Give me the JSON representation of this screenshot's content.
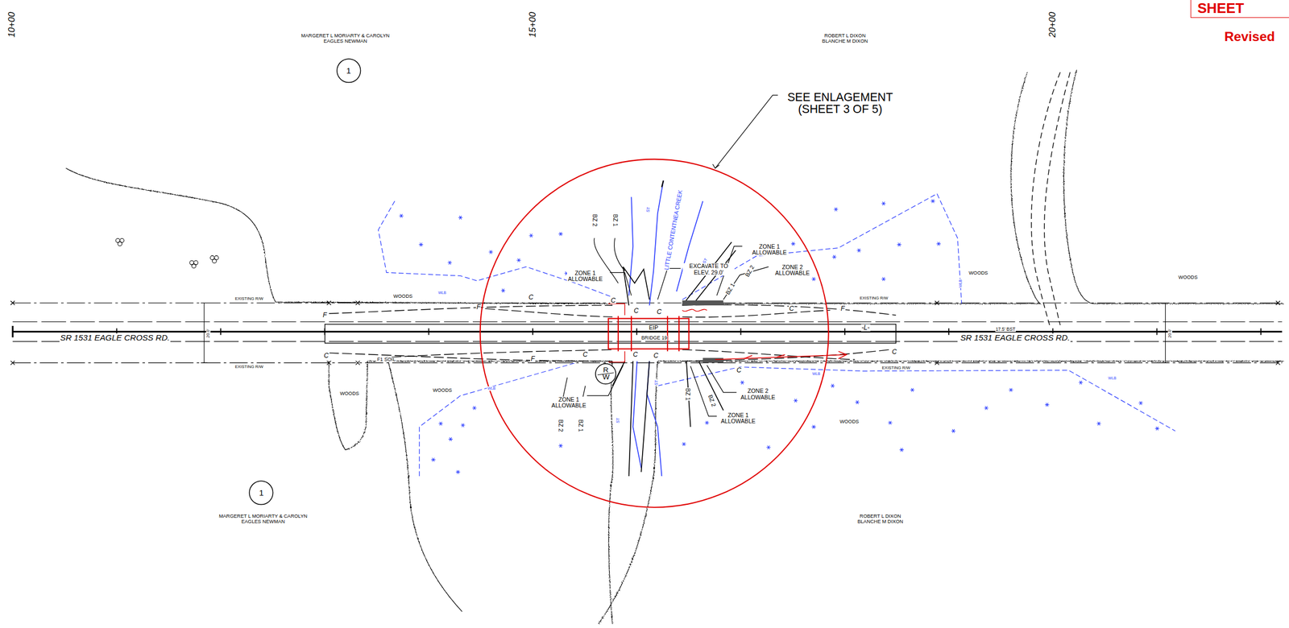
{
  "diagram": {
    "nodes": [
      {
        "text": [
          "SHEET"
        ]
      },
      {
        "text": [
          "1"
        ]
      },
      {
        "text": [
          "R W"
        ]
      },
      {
        "text": [
          "1"
        ]
      }
    ],
    "labels": [
      "10+00",
      "15+00",
      "20+00",
      "MARGERET L MORIARTY & CAROLYN EAGLES NEWMAN",
      "ROBERT L DIXON BLANCHE M DIXON",
      "MARGERET L MORIARTY & CAROLYN EAGLES NEWMAN",
      "ROBERT L DIXON BLANCHE M DIXON",
      "SEE ENLAGEMENT (SHEET 3 OF 5)",
      "Revised",
      "EXISTING R/W",
      "EXISTING R/W",
      "EXISTING R/W",
      "EXISTING R/W",
      "SR 1531 EAGLE CROSS RD.",
      "SR 1531 EAGLE CROSS RD.",
      "WOODS",
      "WOODS",
      "WOODS",
      "WOODS",
      "WOODS",
      "WOODS",
      "ZONE 1 ALLOWABLE",
      "ZONE 1 ALLOWABLE",
      "ZONE 2 ALLOWABLE",
      "EXCAVATE TO ELEV. 29.0'",
      "ZONE 1 ALLOWABLE",
      "ZONE 2 ALLOWABLE",
      "ZONE 1 ALLOWABLE",
      "BZ 2",
      "BZ 1",
      "BZ 1",
      "BZ 2",
      "BZ 2",
      "BZ 1",
      "BZ 1",
      "BZ 2",
      "LITTLE CONTENTNEA CREEK",
      "EIP",
      "BRIDGE 19",
      "-L-",
      "17.5' BST",
      "20.0'",
      "20.0'",
      "C",
      "F",
      "F",
      "C",
      "F1 SOIL",
      "F",
      "C",
      "C",
      "C",
      "C",
      "C",
      "F",
      "C",
      "C",
      "C",
      "C",
      "WLB",
      "WLB",
      "WLB",
      "WLB",
      "WLB",
      "ST",
      "ST",
      "ST",
      "ST"
    ]
  }
}
